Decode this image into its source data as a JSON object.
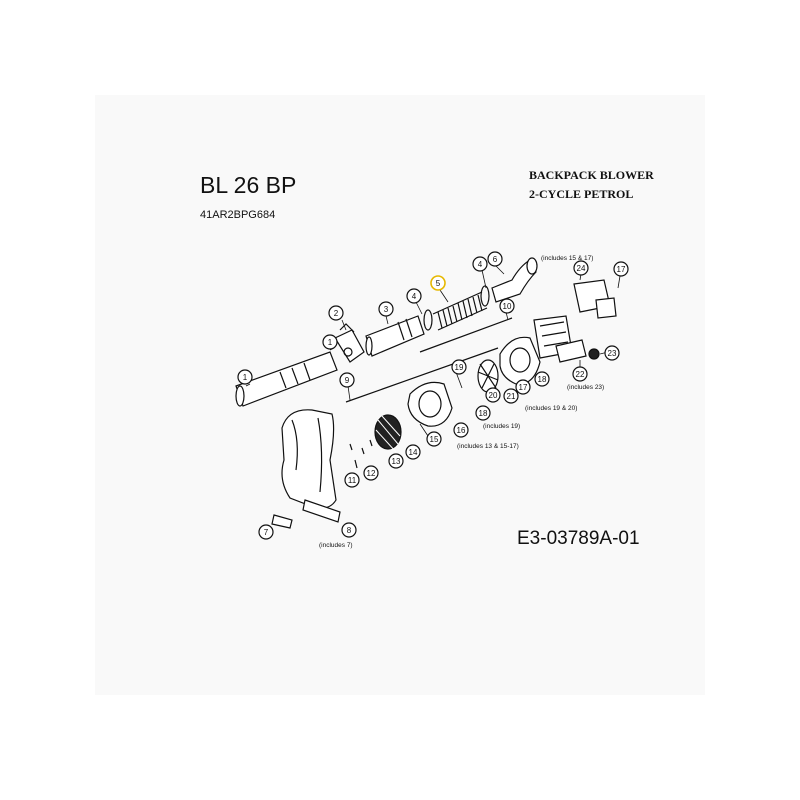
{
  "header": {
    "model": "BL 26 BP",
    "part_number": "41AR2BPG684",
    "description_line1": "BACKPACK BLOWER",
    "description_line2": "2-CYCLE PETROL"
  },
  "diagram_code": "E3-03789A-01",
  "callouts": [
    "1",
    "2",
    "3",
    "4",
    "5",
    "6",
    "4",
    "10",
    "9",
    "8",
    "7",
    "11",
    "12",
    "13",
    "14",
    "15",
    "16",
    "18",
    "19",
    "20",
    "21",
    "17",
    "18",
    "24",
    "17",
    "22",
    "23"
  ],
  "notes": [
    "(includes 15 & 17)",
    "(includes 23)",
    "(includes 19 & 20)",
    "(includes 19)",
    "(includes 13 & 15-17)",
    "(includes 7)"
  ],
  "colors": {
    "highlight_callout": "#e6b800",
    "line": "#111111"
  }
}
